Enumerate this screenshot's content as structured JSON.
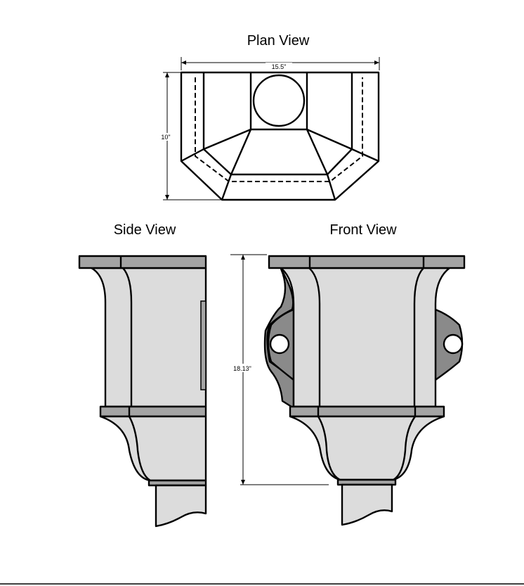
{
  "plan_view": {
    "title": "Plan View",
    "width_label": "15.5\"",
    "depth_label": "10\""
  },
  "side_view": {
    "title": "Side View"
  },
  "front_view": {
    "title": "Front View",
    "height_label": "18.13\""
  },
  "colors": {
    "body_fill": "#dcdcdc",
    "cap_fill": "#a4a4a4",
    "bracket_fill": "#8a8a8a"
  }
}
